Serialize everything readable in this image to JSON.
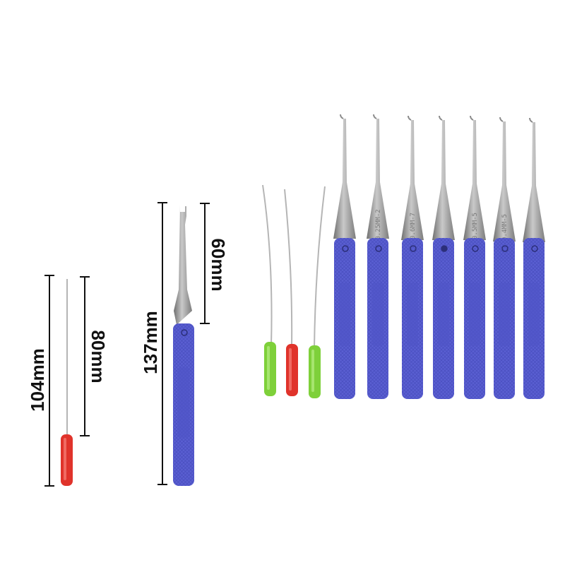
{
  "measurements": {
    "tension_wire_total": "104mm",
    "tension_wire_shaft": "80mm",
    "hook_pick_total": "137mm",
    "hook_pick_blade": "60mm"
  },
  "pick_stamps": [
    "",
    "0.25MM-2",
    "0.6MM-7",
    "",
    "0.5MM-5",
    "0.4MM-5",
    ""
  ],
  "colors": {
    "handle_blue": "#5a5fd2",
    "handle_blue_dark": "#4a4fc0",
    "cap_red": "#e0332b",
    "cap_green": "#7ed03a",
    "steel": "#9a9a9a",
    "dimension_line": "#111111"
  },
  "icons": [
    "tension-wire-icon",
    "hook-pick-icon",
    "dimension-line-icon"
  ]
}
